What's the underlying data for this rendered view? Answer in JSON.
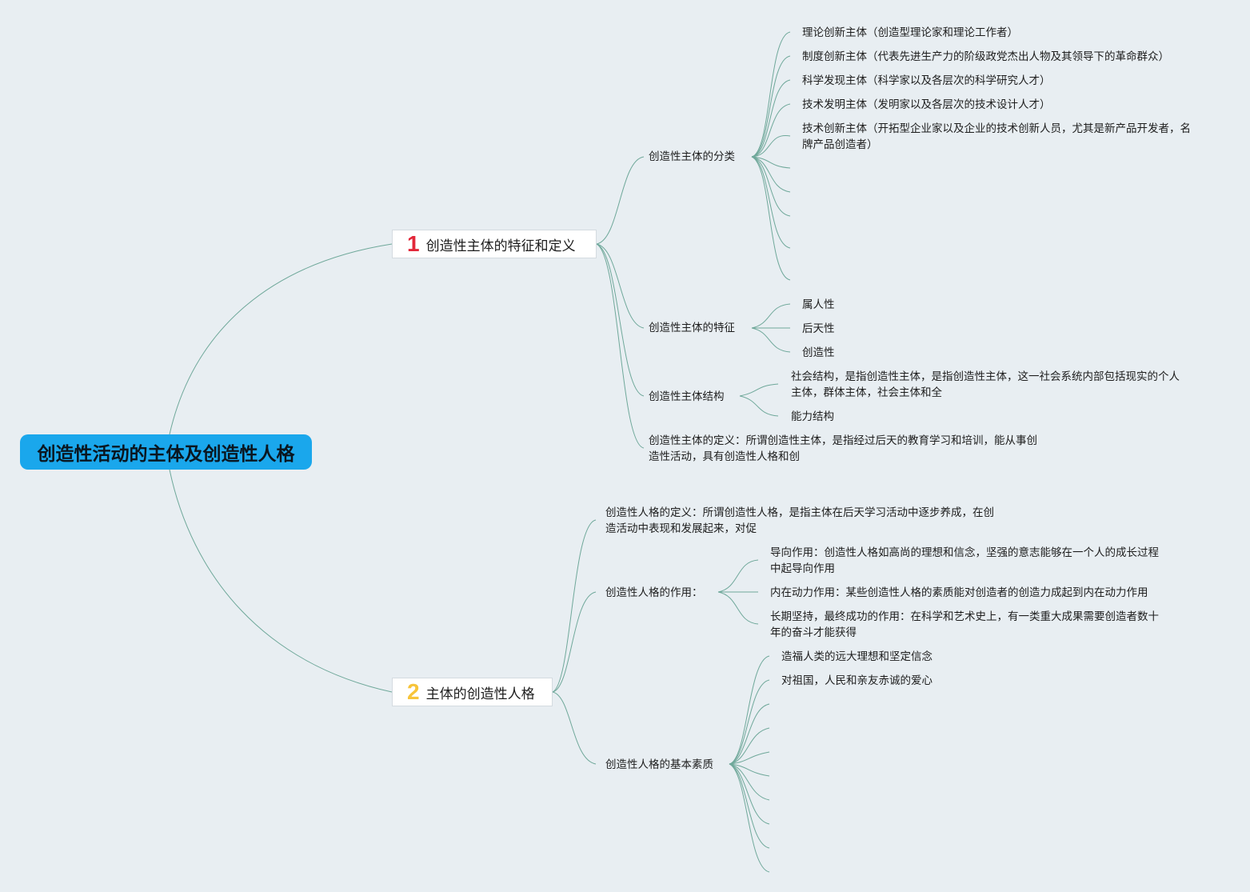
{
  "root": {
    "label": "创造性活动的主体及创造性人格"
  },
  "branch1": {
    "number": "1",
    "label": "创造性主体的特征和定义",
    "classification": {
      "label": "创造性主体的分类",
      "items": [
        "理论创新主体（创造型理论家和理论工作者）",
        "制度创新主体（代表先进生产力的阶级政党杰出人物及其领导下的革命群众）",
        "科学发现主体（科学家以及各层次的科学研究人才）",
        "技术发明主体（发明家以及各层次的技术设计人才）",
        "技术创新主体（开拓型企业家以及企业的技术创新人员，尤其是新产品开发者，名牌产品创造者）"
      ]
    },
    "features": {
      "label": "创造性主体的特征",
      "items": [
        "属人性",
        "后天性",
        "创造性"
      ]
    },
    "structure": {
      "label": "创造性主体结构",
      "items": [
        "社会结构，是指创造性主体，是指创造性主体，这一社会系统内部包括现实的个人主体，群体主体，社会主体和全",
        "能力结构"
      ]
    },
    "definition": "创造性主体的定义：所谓创造性主体，是指经过后天的教育学习和培训，能从事创造性活动，具有创造性人格和创"
  },
  "branch2": {
    "number": "2",
    "label": "主体的创造性人格",
    "definition": "创造性人格的定义：所谓创造性人格，是指主体在后天学习活动中逐步养成，在创造活动中表现和发展起来，对促",
    "roles": {
      "label": "创造性人格的作用：",
      "items": [
        "导向作用：创造性人格如高尚的理想和信念，坚强的意志能够在一个人的成长过程中起导向作用",
        "内在动力作用：某些创造性人格的素质能对创造者的创造力成起到内在动力作用",
        "长期坚持，最终成功的作用：在科学和艺术史上，有一类重大成果需要创造者数十年的奋斗才能获得"
      ]
    },
    "qualities": {
      "label": "创造性人格的基本素质",
      "items": [
        "造福人类的远大理想和坚定信念",
        "对祖国，人民和亲友赤诚的爱心"
      ]
    }
  },
  "colors": {
    "line": "#6fa89a",
    "root_bg": "#1aa7ec"
  }
}
